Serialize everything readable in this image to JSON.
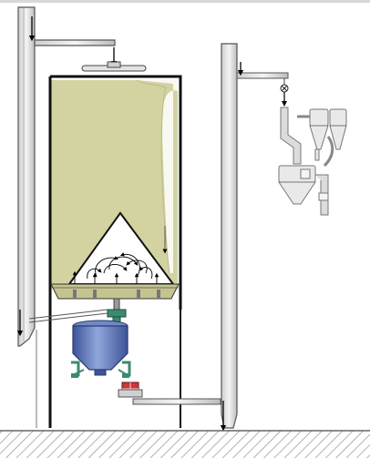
{
  "diagram": {
    "kind": "process-schematic",
    "labels": [],
    "colors": {
      "pipe_fill": "#e8e8e8",
      "pipe_stroke": "#555555",
      "silo_wall": "#111111",
      "material": "#d3d3a2",
      "material_dark": "#c4c48f",
      "sky": "#ffffff",
      "hopper_blue": "#6f89c8",
      "hopper_blue_dark": "#3d5498",
      "green_valve": "#3c8a6e",
      "red_valve": "#c8383a",
      "ground_hatch": "#999999",
      "arrow": "#000000"
    },
    "components": [
      "left-air-duct",
      "right-air-duct",
      "silo",
      "inner-cone",
      "aeration-flow-arrows",
      "blue-hopper",
      "rotary-valve",
      "cyclone-separator",
      "filter-unit",
      "ground"
    ]
  }
}
